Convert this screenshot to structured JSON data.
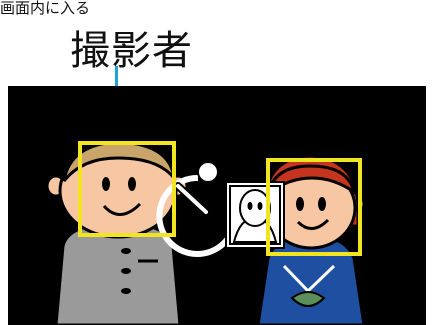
{
  "top_text": "画面内に入る",
  "main_label": "撮影者",
  "scene": {
    "background_color": "#000000",
    "face_box_color": "#f3e421",
    "pointer_color": "#1fa3d3",
    "icons": [
      "person-left",
      "person-right",
      "self-timer-icon",
      "portrait-thumbnail-icon"
    ]
  }
}
